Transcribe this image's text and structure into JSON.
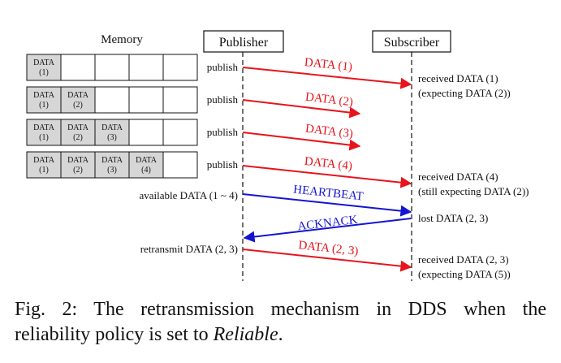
{
  "colors": {
    "data": "#e8141c",
    "heartbeat": "#1414d2",
    "ink": "#111111",
    "filled_cell": "#d6d6d6"
  },
  "memory": {
    "title": "Memory",
    "rows": [
      {
        "cells": [
          [
            "DATA",
            "(1)"
          ]
        ],
        "action": "publish"
      },
      {
        "cells": [
          [
            "DATA",
            "(1)"
          ],
          [
            "DATA",
            "(2)"
          ]
        ],
        "action": "publish"
      },
      {
        "cells": [
          [
            "DATA",
            "(1)"
          ],
          [
            "DATA",
            "(2)"
          ],
          [
            "DATA",
            "(3)"
          ]
        ],
        "action": "publish"
      },
      {
        "cells": [
          [
            "DATA",
            "(1)"
          ],
          [
            "DATA",
            "(2)"
          ],
          [
            "DATA",
            "(3)"
          ],
          [
            "DATA",
            "(4)"
          ]
        ],
        "action": "publish"
      }
    ]
  },
  "publisher": {
    "label": "Publisher"
  },
  "subscriber": {
    "label": "Subscriber"
  },
  "publisher_notes": {
    "available": "available DATA (1 ~ 4)",
    "retransmit": "retransmit DATA (2, 3)"
  },
  "messages": [
    {
      "label": "DATA (1)",
      "kind": "data",
      "lost": false
    },
    {
      "label": "DATA (2)",
      "kind": "data",
      "lost": true
    },
    {
      "label": "DATA (3)",
      "kind": "data",
      "lost": true
    },
    {
      "label": "DATA (4)",
      "kind": "data",
      "lost": false
    },
    {
      "label": "HEARTBEAT",
      "kind": "heartbeat",
      "lost": false
    },
    {
      "label": "ACKNACK",
      "kind": "acknack",
      "lost": false
    },
    {
      "label": "DATA (2, 3)",
      "kind": "data",
      "lost": false
    }
  ],
  "subscriber_notes": [
    [
      "received DATA (1)",
      "(expecting DATA (2))"
    ],
    [
      "received DATA (4)",
      "(still expecting DATA (2))"
    ],
    [
      "lost DATA (2, 3)"
    ],
    [
      "received DATA (2, 3)",
      "(expecting DATA (5))"
    ]
  ],
  "caption": {
    "line1": "Fig. 2: The retransmission mechanism in DDS when the",
    "line2_prefix": "reliability policy is set to ",
    "line2_emph": "Reliable",
    "line2_suffix": "."
  }
}
